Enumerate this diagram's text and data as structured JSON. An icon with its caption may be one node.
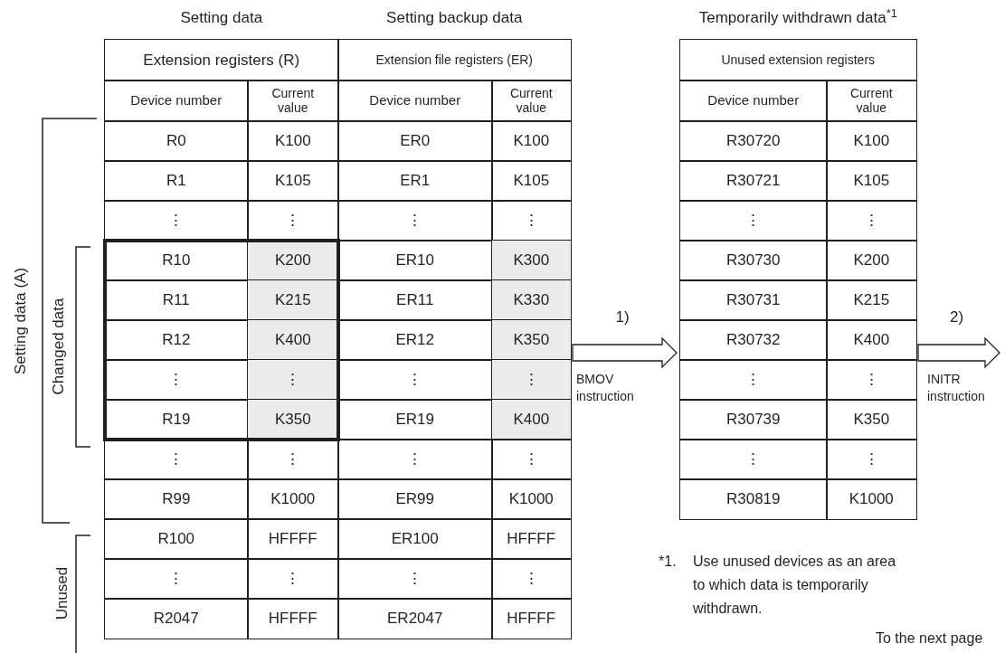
{
  "diagram": {
    "nodes": [
      {
        "text": [
          "Setting data",
          "Extension registers (R)"
        ]
      },
      {
        "text": [
          "Setting backup data",
          "Extension file registers (ER)"
        ]
      },
      {
        "text": [
          "Temporarily withdrawn data$^{*1}$",
          "Unused extension registers"
        ]
      }
    ],
    "edges": [
      {
        "from": 1,
        "to": 2,
        "arrow": "to",
        "label": "1)"
      },
      {
        "from": 2,
        "to": null,
        "arrow": "to",
        "label": "2)"
      }
    ],
    "labels": [
      "Setting data (A)",
      "Changed data",
      "Unused",
      "Device number",
      "Current value",
      "R0",
      "K100",
      "R1",
      "K105",
      "⋮",
      "⋮",
      "R10",
      "K200",
      "R11",
      "K215",
      "R12",
      "K400",
      "⋮",
      "⋮",
      "R19",
      "K350",
      "⋮",
      "⋮",
      "R99",
      "K1000",
      "R100",
      "HFFFF",
      "⋮",
      "⋮",
      "R2047",
      "HFFFF",
      "Device number",
      "Current value",
      "ER0",
      "K100",
      "ER1",
      "K105",
      "⋮",
      "⋮",
      "ER10",
      "K300",
      "ER11",
      "K330",
      "ER12",
      "K350",
      "⋮",
      "⋮",
      "ER19",
      "K400",
      "⋮",
      "⋮",
      "ER99",
      "K1000",
      "ER100",
      "HFFFF",
      "⋮",
      "⋮",
      "ER2047",
      "HFFFF",
      "Device number",
      "Current value",
      "R30720",
      "K100",
      "R30721",
      "K105",
      "⋮",
      "⋮",
      "R30730",
      "K200",
      "R30731",
      "K215",
      "R30732",
      "K400",
      "⋮",
      "⋮",
      "R30739",
      "K350",
      "⋮",
      "⋮",
      "R30819",
      "K1000",
      "BMOV instruction",
      "INITR instruction",
      "*1.",
      "Use unused devices as an area to which data is temporarily withdrawn.",
      "To the next page"
    ]
  }
}
